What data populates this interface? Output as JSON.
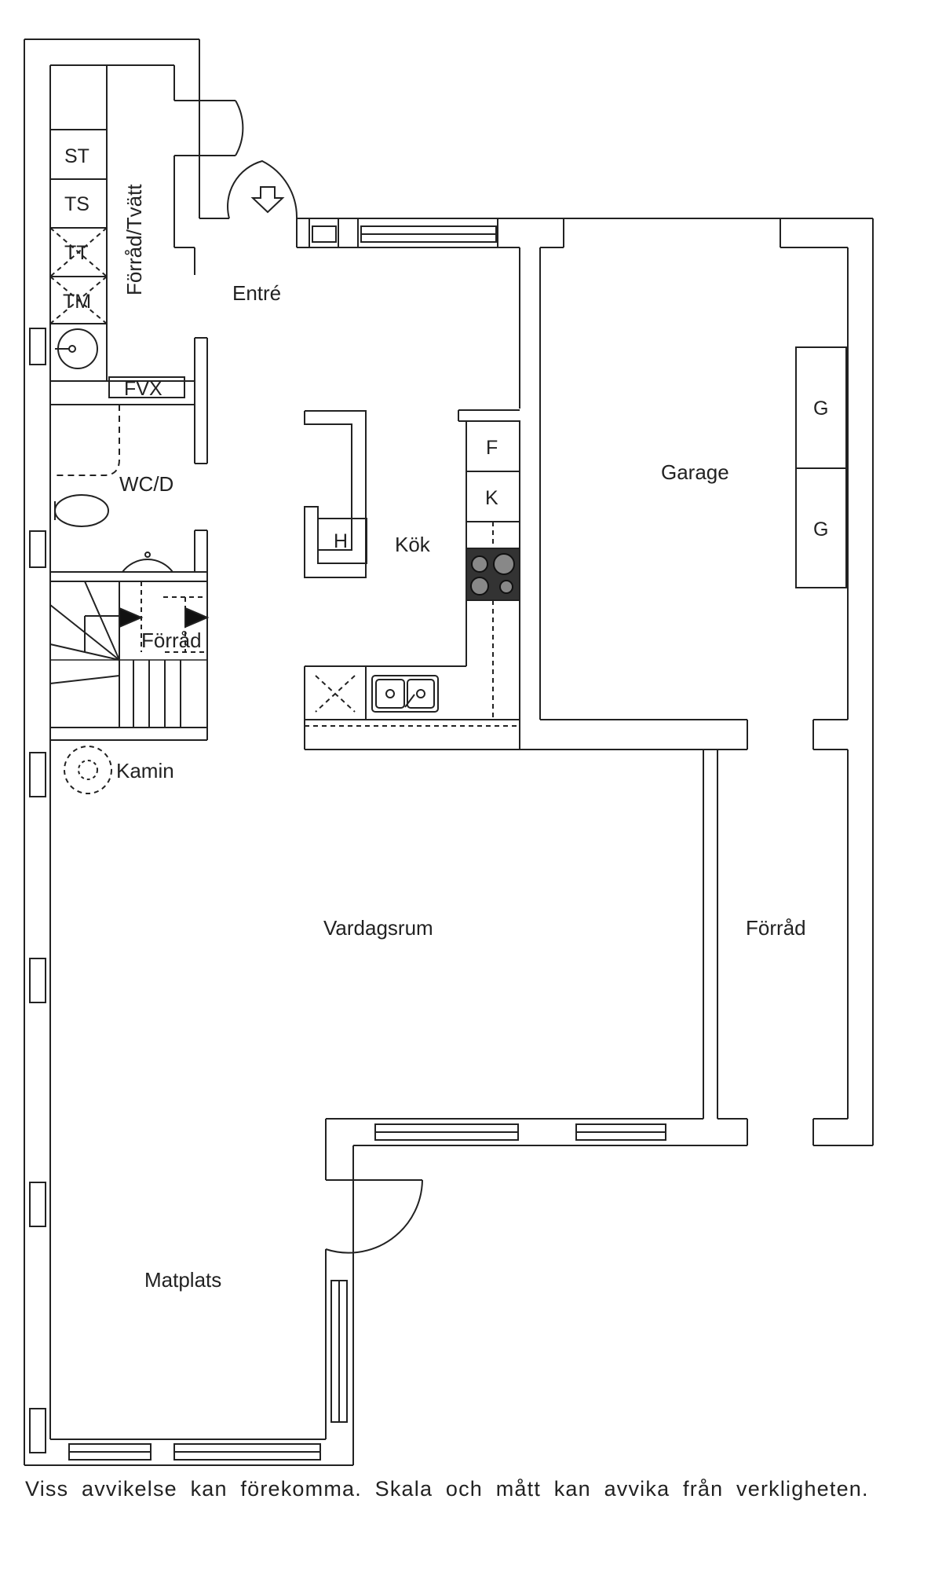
{
  "rooms": {
    "forrad_tvatt": "Förråd/Tvätt",
    "entre": "Entré",
    "wc_d": "WC/D",
    "kok": "Kök",
    "forrad_stair": "Förråd",
    "kamin": "Kamin",
    "vardagsrum": "Vardagsrum",
    "matplats": "Matplats",
    "garage": "Garage",
    "forrad_right": "Förråd"
  },
  "fixtures": {
    "st": "ST",
    "ts": "TS",
    "tt": "TT",
    "tm": "TM",
    "fvx": "FVX",
    "f": "F",
    "k": "K",
    "h": "H",
    "g1": "G",
    "g2": "G"
  },
  "footer": {
    "disclaimer": "Viss avvikelse kan förekomma. Skala och mått kan avvika från verkligheten."
  }
}
